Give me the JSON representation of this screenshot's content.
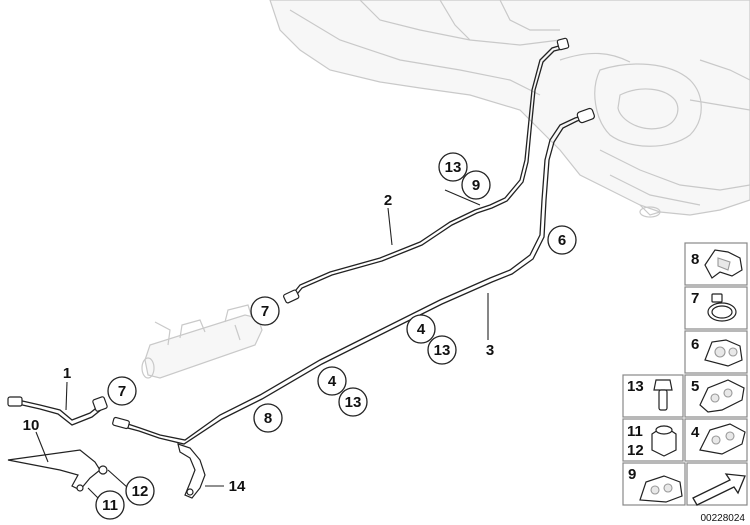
{
  "diagram": {
    "document_number": "00228024",
    "callouts": {
      "c13a": "13",
      "c9a": "9",
      "c2": "2",
      "c6": "6",
      "c7a": "7",
      "c4a": "4",
      "c13b": "13",
      "c3": "3",
      "c1": "1",
      "c7b": "7",
      "c4b": "4",
      "c13c": "13",
      "c8": "8",
      "c10": "10",
      "c12": "12",
      "c11": "11",
      "c14": "14"
    },
    "sidebar": {
      "row1": "8",
      "row2": "7",
      "row3": "6",
      "row4": "13",
      "row5": "5",
      "row6a": "11",
      "row6b": "12",
      "row7": "4",
      "row8": "9"
    }
  }
}
